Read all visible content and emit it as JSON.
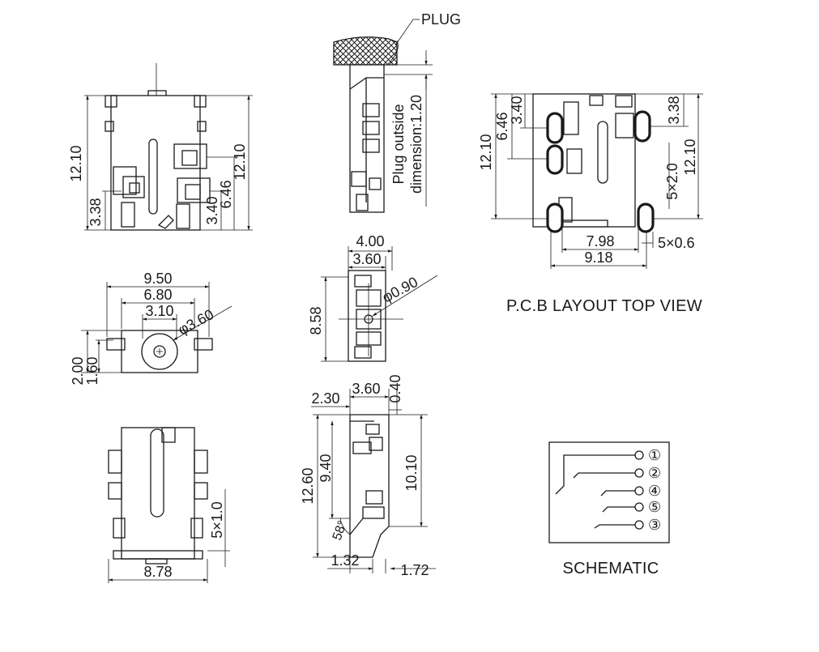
{
  "labels": {
    "plug": "PLUG",
    "plug_outside_1": "Plug outside",
    "plug_outside_2": "dimension:1.20",
    "pcb_layout": "P.C.B LAYOUT  TOP VIEW",
    "schematic": "SCHEMATIC"
  },
  "dims": {
    "side_left_h": "12.10",
    "side_left_low": "3.38",
    "side_right_h": "12.10",
    "side_right_mid": "6.46",
    "side_right_low": "3.40",
    "front_w1": "9.50",
    "front_w2": "6.80",
    "front_w3": "3.10",
    "front_dia": "φ3.60",
    "front_h1": "2.00",
    "front_h2": "1.60",
    "bottom_w": "8.78",
    "bottom_pitch": "5×1.0",
    "top_w1": "4.00",
    "top_w2": "3.60",
    "top_h": "8.58",
    "top_dia": "φ0.90",
    "sec_w1": "2.30",
    "sec_w2": "3.60",
    "sec_w3": "0.40",
    "sec_h1": "12.60",
    "sec_h2": "9.40",
    "sec_h3": "10.10",
    "sec_angle": "58°",
    "sec_b1": "1.32",
    "sec_b2": "1.72",
    "pcb_l_h": "12.10",
    "pcb_l_mid": "6.46",
    "pcb_l_top": "3.40",
    "pcb_r_top": "3.38",
    "pcb_r_h": "12.10",
    "pcb_r_pitch": "5×2.0",
    "pcb_w1": "7.98",
    "pcb_w2": "9.18",
    "pcb_pad": "5×0.6"
  },
  "pins": [
    "①",
    "②",
    "④",
    "⑤",
    "③"
  ]
}
